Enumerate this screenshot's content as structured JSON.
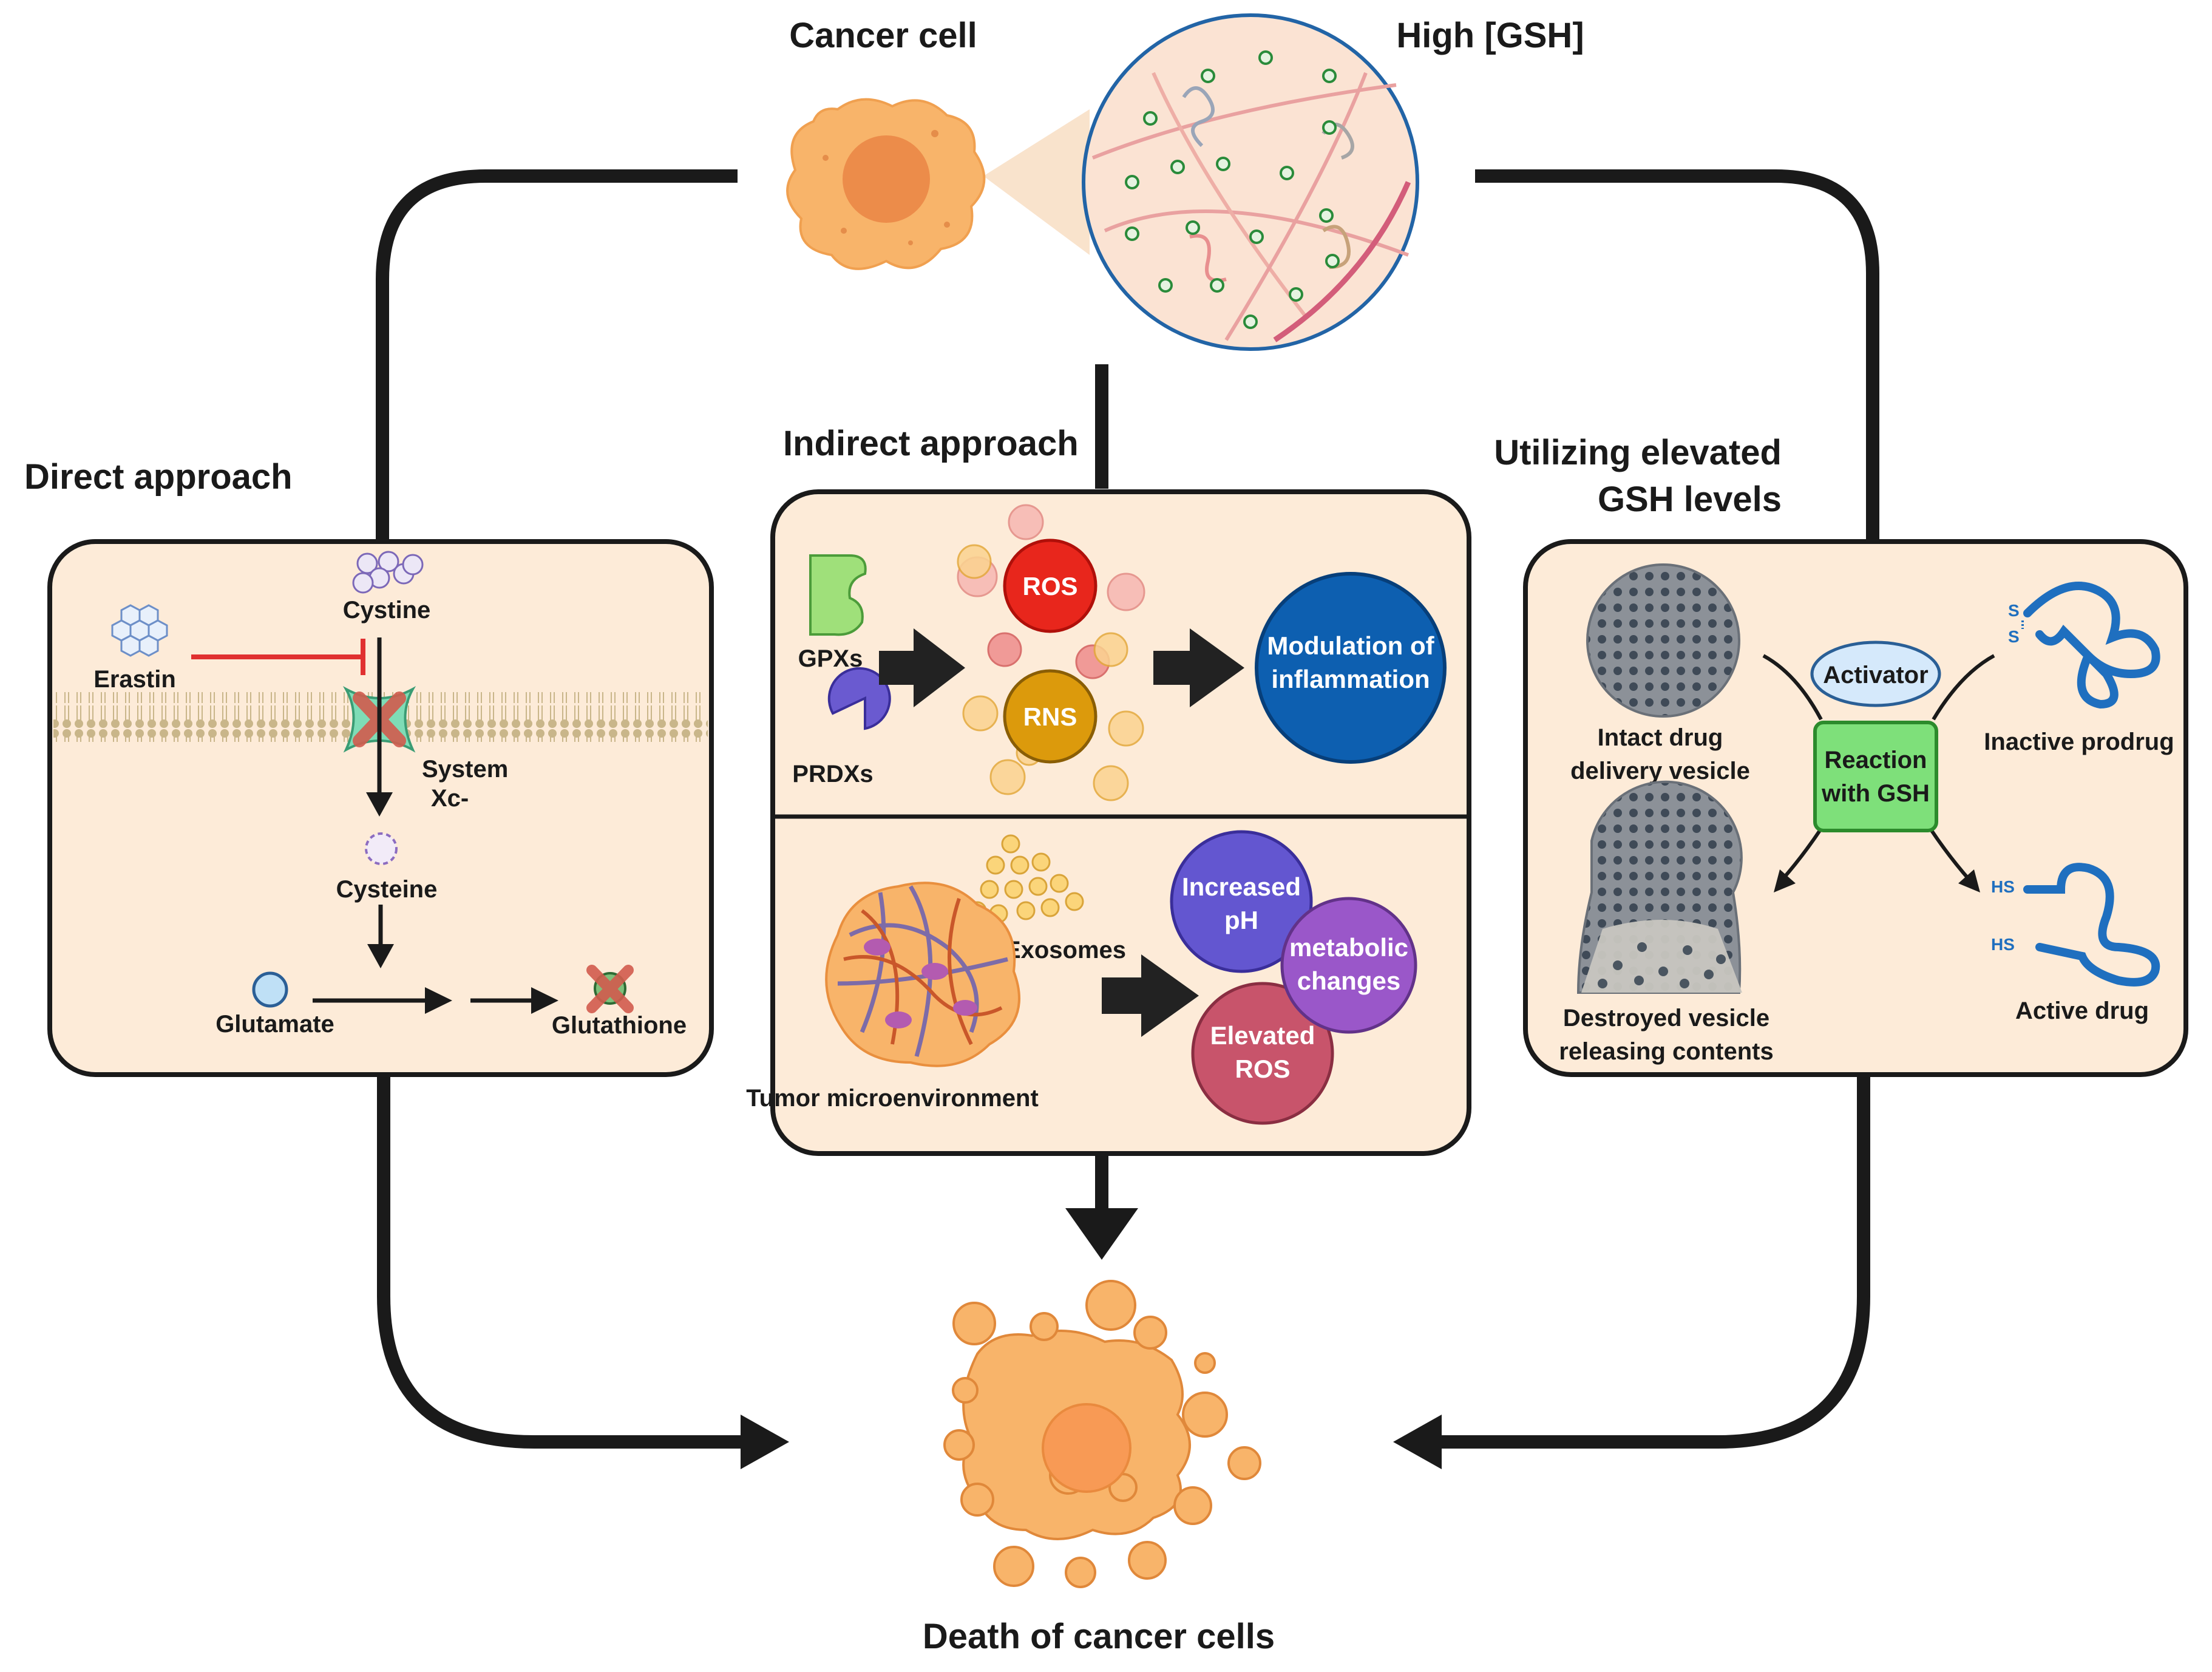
{
  "top": {
    "cancer_cell": "Cancer cell",
    "high_gsh": "High [GSH]"
  },
  "direct": {
    "title": "Direct approach",
    "cystine": "Cystine",
    "erastin": "Erastin",
    "system": "System",
    "xc": "Xc-",
    "cysteine": "Cysteine",
    "glutamate": "Glutamate",
    "glutathione": "Glutathione"
  },
  "indirect": {
    "title": "Indirect approach",
    "gpxs": "GPXs",
    "prdxs": "PRDXs",
    "ros": "ROS",
    "rns": "RNS",
    "modulation_1": "Modulation of",
    "modulation_2": "inflammation",
    "exosomes": "Exosomes",
    "tumor": "Tumor microenvironment",
    "increased_1": "Increased",
    "increased_2": "pH",
    "metabolic_1": "metabolic",
    "metabolic_2": "changes",
    "elevated_1": "Elevated",
    "elevated_2": "ROS"
  },
  "utilizing": {
    "title_1": "Utilizing elevated",
    "title_2": "GSH levels",
    "intact_1": "Intact drug",
    "intact_2": "delivery vesicle",
    "activator": "Activator",
    "reaction_1": "Reaction",
    "reaction_2": "with GSH",
    "inactive": "Inactive prodrug",
    "destroyed_1": "Destroyed vesicle",
    "destroyed_2": "releasing contents",
    "active": "Active drug",
    "s1": "S",
    "s2": "S",
    "hs1": "HS",
    "hs2": "HS"
  },
  "bottom": {
    "death": "Death of cancer cells"
  },
  "colors": {
    "panel_fill": "#fdebd8",
    "arrow": "#1a1a1a",
    "ros": "#e8261c",
    "rns": "#dc9a0c",
    "modulation": "#0d5fb0",
    "increased": "#6356d0",
    "metabolic": "#9a57c9",
    "elevated": "#c8546b",
    "reaction": "#7ee07a",
    "cell": "#f8b46a"
  }
}
